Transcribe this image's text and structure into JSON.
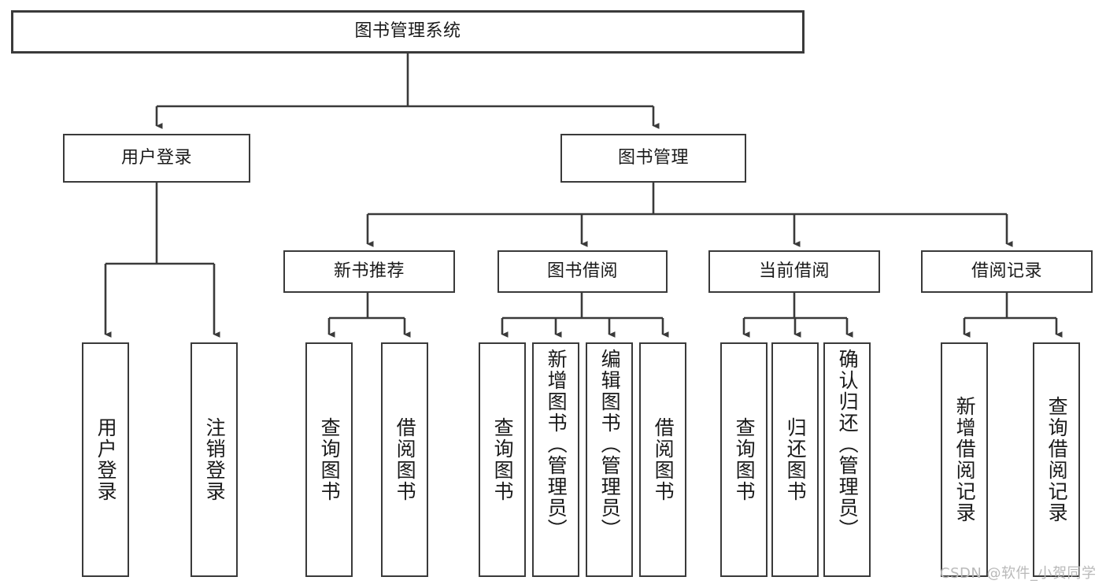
{
  "diagram": {
    "type": "hierarchy-tree",
    "title": "图书管理系统",
    "levels": 4,
    "root": {
      "id": "root",
      "label": "图书管理系统"
    },
    "level2": [
      {
        "id": "user-login",
        "label": "用户登录"
      },
      {
        "id": "book-management",
        "label": "图书管理"
      }
    ],
    "level3": [
      {
        "id": "new-book-recommend",
        "label": "新书推荐",
        "parent": "book-management"
      },
      {
        "id": "book-borrow",
        "label": "图书借阅",
        "parent": "book-management"
      },
      {
        "id": "current-borrow",
        "label": "当前借阅",
        "parent": "book-management"
      },
      {
        "id": "borrow-record",
        "label": "借阅记录",
        "parent": "book-management"
      }
    ],
    "leaves": {
      "user_login": [
        {
          "id": "leaf-user-login",
          "label": "用户登录"
        },
        {
          "id": "leaf-user-logout",
          "label": "注销登录"
        }
      ],
      "new_book_recommend": [
        {
          "id": "leaf-query-book-1",
          "label": "查询图书"
        },
        {
          "id": "leaf-borrow-book-1",
          "label": "借阅图书"
        }
      ],
      "book_borrow": [
        {
          "id": "leaf-query-book-2",
          "label": "查询图书"
        },
        {
          "id": "leaf-add-book",
          "label": "新增图书（管理员）"
        },
        {
          "id": "leaf-edit-book",
          "label": "编辑图书（管理员）"
        },
        {
          "id": "leaf-borrow-book-2",
          "label": "借阅图书"
        }
      ],
      "current_borrow": [
        {
          "id": "leaf-query-book-3",
          "label": "查询图书"
        },
        {
          "id": "leaf-return-book",
          "label": "归还图书"
        },
        {
          "id": "leaf-confirm-return",
          "label": "确认归还（管理员）"
        }
      ],
      "borrow_record": [
        {
          "id": "leaf-add-record",
          "label": "新增借阅记录"
        },
        {
          "id": "leaf-query-record",
          "label": "查询借阅记录"
        }
      ]
    },
    "colors": {
      "background": "#ffffff",
      "border": "#3a3a3a",
      "text": "#1a1a1a",
      "connector": "#3a3a3a",
      "watermark": "#b9b9b9"
    }
  },
  "watermark": {
    "text": "CSDN @软件_小贺同学"
  }
}
